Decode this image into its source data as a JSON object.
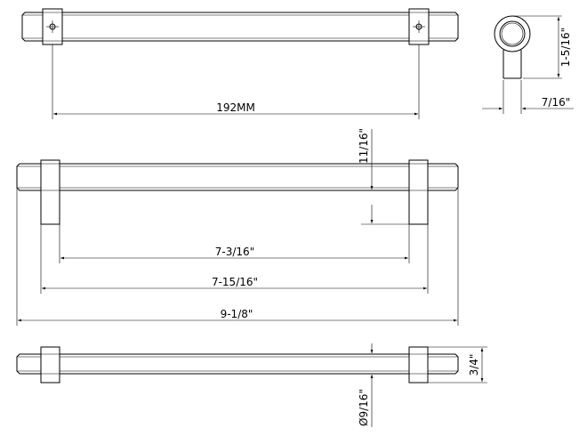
{
  "dimensions": {
    "top_center_to_center": "192MM",
    "end_view_height": "1-5/16\"",
    "end_view_base_width": "7/16\"",
    "side_post_height": "11/16\"",
    "side_inner_length": "7-3/16\"",
    "side_post_outer_length": "7-15/16\"",
    "side_overall_length": "9-1/8\"",
    "bottom_post_width": "3/4\"",
    "bottom_bar_diameter": "Ø9/16\""
  }
}
